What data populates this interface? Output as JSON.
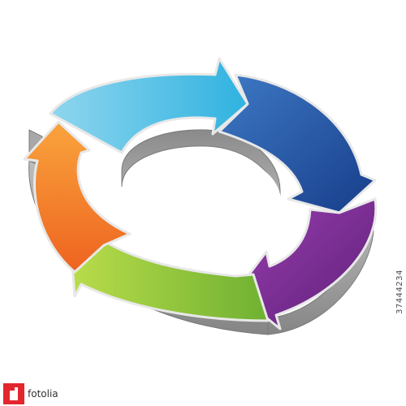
{
  "diagram": {
    "type": "cycle",
    "segments": [
      {
        "name": "cyan-arrow",
        "color": "#5bc3e3"
      },
      {
        "name": "blue-arrow",
        "color": "#2257a7"
      },
      {
        "name": "purple-arrow",
        "color": "#7a2d93"
      },
      {
        "name": "green-arrow",
        "color": "#9cc92e"
      },
      {
        "name": "orange-arrow",
        "color": "#f47b27"
      }
    ],
    "side_color": "#9a9a9a"
  },
  "watermark": {
    "id_text": "37444234",
    "brand_logo": "fotolia-logo-icon",
    "brand_text": "fotolia"
  }
}
